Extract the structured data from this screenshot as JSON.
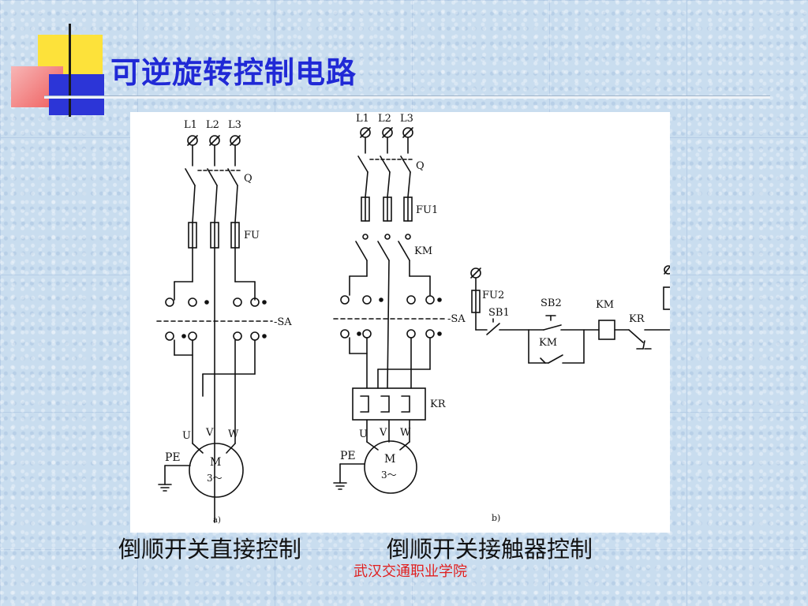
{
  "title": "可逆旋转控制电路",
  "captions": {
    "a": "倒顺开关直接控制",
    "b": "倒顺开关接触器控制"
  },
  "footer": "武汉交通职业学院",
  "diagram_a": {
    "phases": [
      "L1",
      "L2",
      "L3"
    ],
    "switch": "Q",
    "fuse": "FU",
    "reversing_switch": "-SA",
    "motor_terminals": [
      "U",
      "V",
      "W"
    ],
    "ground": "PE",
    "motor": {
      "name": "M",
      "spec": "3～"
    },
    "sublabel": "a)"
  },
  "diagram_b": {
    "phases": [
      "L1",
      "L2",
      "L3"
    ],
    "switch": "Q",
    "fuse": "FU1",
    "contactor": "KM",
    "reversing_switch": "-SA",
    "overload": "KR",
    "motor_terminals": [
      "U",
      "V",
      "W"
    ],
    "ground": "PE",
    "motor": {
      "name": "M",
      "spec": "3～"
    },
    "sublabel": "b)",
    "control_circuit": {
      "fuse": "FU2",
      "stop_button": "SB1",
      "start_button": "SB2",
      "coil": "KM",
      "hold_contact": "KM",
      "overload_contact": "KR"
    }
  }
}
